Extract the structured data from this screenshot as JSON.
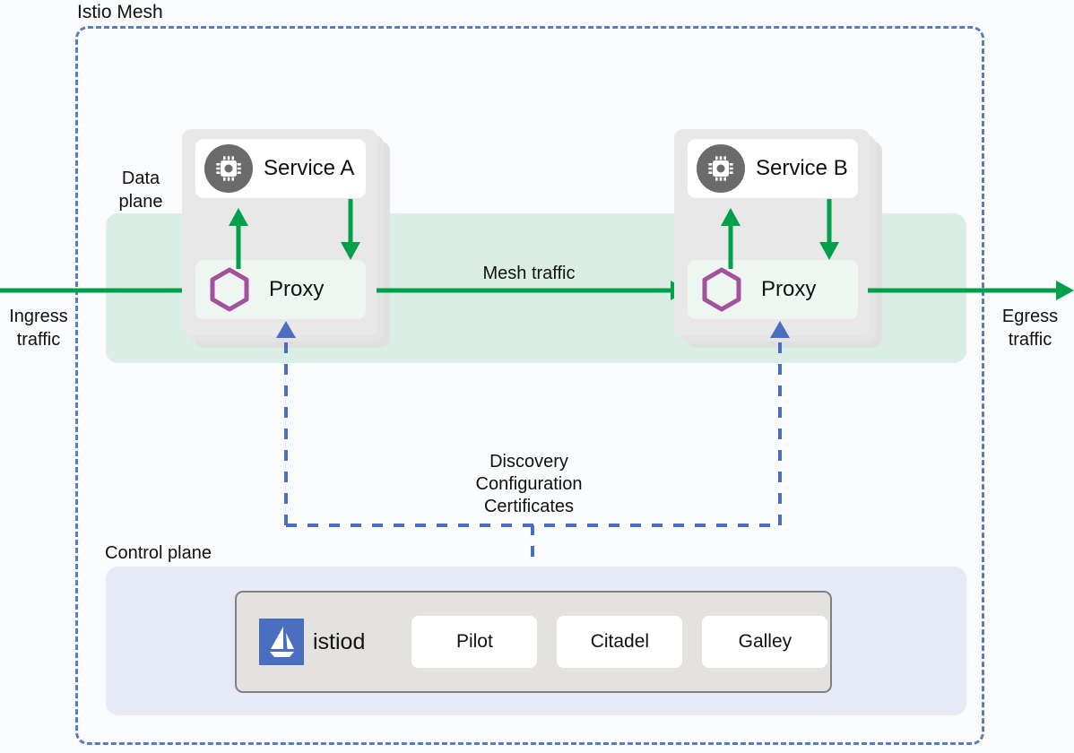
{
  "diagram": {
    "title": "Istio Mesh",
    "planes": {
      "data_plane_label": "Data\nplane",
      "data_plane_label_line1": "Data",
      "data_plane_label_line2": "plane",
      "control_plane_label": "Control plane"
    },
    "traffic": {
      "ingress": "Ingress\ntraffic",
      "ingress_line1": "Ingress",
      "ingress_line2": "traffic",
      "egress": "Egress\ntraffic",
      "egress_line1": "Egress",
      "egress_line2": "traffic",
      "mesh": "Mesh traffic"
    },
    "config_channel": {
      "line1": "Discovery",
      "line2": "Configuration",
      "line3": "Certificates"
    },
    "pods": [
      {
        "service_label": "Service A",
        "proxy_label": "Proxy",
        "service_icon": "cpu-chip-icon",
        "proxy_icon": "hexagon-envoy-icon"
      },
      {
        "service_label": "Service B",
        "proxy_label": "Proxy",
        "service_icon": "cpu-chip-icon",
        "proxy_icon": "hexagon-envoy-icon"
      }
    ],
    "control_plane": {
      "product_name": "istiod",
      "logo_icon": "istio-sailboat-logo",
      "components": [
        {
          "label": "Pilot"
        },
        {
          "label": "Citadel"
        },
        {
          "label": "Galley"
        }
      ]
    },
    "colors": {
      "mesh_border": "#5b7bbf",
      "data_plane_band": "#daeee6",
      "control_plane_band": "#e6eaf6",
      "traffic_arrow": "#00a04a",
      "config_line": "#4a6ec0",
      "pod_card": "#e4e4e4",
      "service_icon_circle": "#6b6b6b",
      "proxy_hexagon": "#a5509a",
      "istiod_logo": "#4a6ec0",
      "istiod_box": "#e3e2df",
      "page_background": "#fafbfd"
    }
  }
}
